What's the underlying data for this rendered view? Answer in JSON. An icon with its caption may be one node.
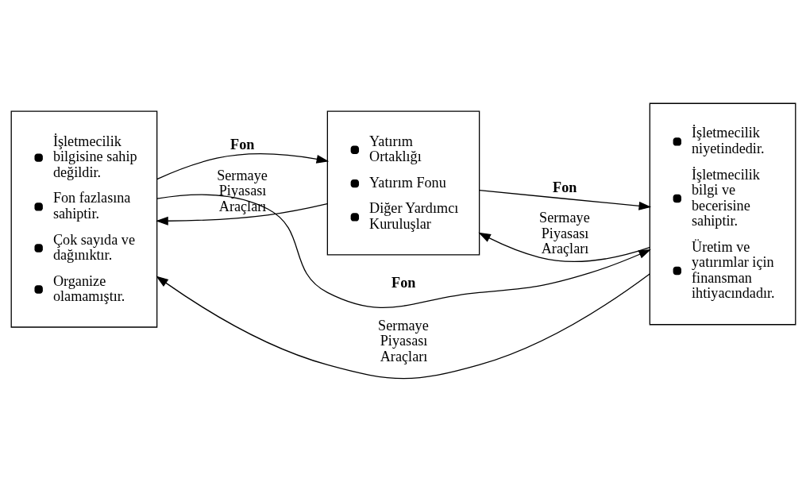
{
  "diagram": {
    "nodes": [
      {
        "text": [
          "İşletmecilik bilgisine sahip değildir.",
          "Fon fazlasına sahiptir.",
          "Çok sayıda ve dağınıktır.",
          "Organize olamamıştır."
        ]
      },
      {
        "text": [
          "Yatırım Ortaklığı",
          "Yatırım Fonu",
          "Diğer Yardımcı Kuruluşlar"
        ]
      },
      {
        "text": [
          "İşletmecilik niyetindedir.",
          "İşletmecilik bilgi ve becerisine sahiptir.",
          "Üretim ve yatırımlar için finansman ihtiyacındadır."
        ]
      }
    ],
    "edges": [
      {
        "from": 0,
        "to": 2,
        "arrow": "to",
        "label": "Fon"
      },
      {
        "from": 2,
        "to": 0,
        "arrow": "to",
        "label": "Sermaye Piyasası Araçları"
      },
      {
        "from": 0,
        "to": 1,
        "arrow": "to",
        "label": "Fon"
      },
      {
        "from": 1,
        "to": 0,
        "arrow": "to",
        "label": "Sermaye Piyasası Araçları"
      },
      {
        "from": 1,
        "to": 2,
        "arrow": "to",
        "label": "Fon"
      },
      {
        "from": 2,
        "to": 1,
        "arrow": "to",
        "label": "Sermaye Piyasası Araçları"
      }
    ]
  }
}
